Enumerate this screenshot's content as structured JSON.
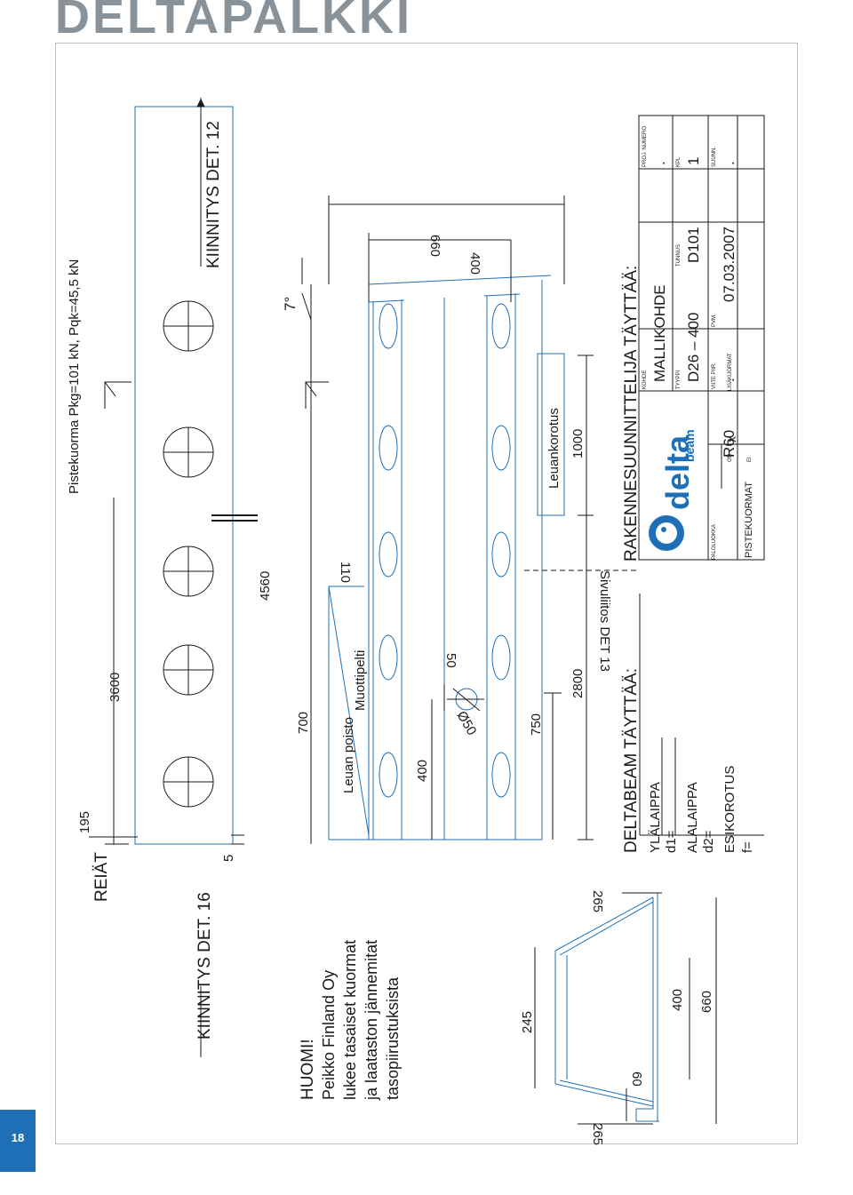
{
  "page": {
    "title": "DELTAPALKKI",
    "number": "18"
  },
  "labels": {
    "point_load": "Pistekuorma Pkg=101 kN, Pqk=45,5 kN",
    "fix_det12": "KIINNITYS DET. 12",
    "fix_det16": "KIINNITYS DET. 16",
    "holes": "REIÄT",
    "side_joint": "Sivuliitos DET 13",
    "jaw_removal": "Leuan poisto",
    "mould_plate": "Muottipelti",
    "jaw_raise": "Leuankorotus",
    "note_lines": [
      "HUOMI!",
      "Peikko Finland Oy",
      "lukee tasaiset kuormat",
      "ja laataston jännemitat",
      "tasopiirustuksista"
    ]
  },
  "dimensions": {
    "d195": "195",
    "d3600": "3600",
    "d4560": "4560",
    "d5": "5",
    "d700": "700",
    "d110": "110",
    "d400_side": "400",
    "d50": "50",
    "d_phi50": "Ø50",
    "d750": "750",
    "d2800": "2800",
    "d1000": "1000",
    "d660_top": "660",
    "d400_top": "400",
    "angle": "7°",
    "s245": "245",
    "s265_top": "265",
    "s265_bottom": "265",
    "s60": "60",
    "s400": "400",
    "s660": "660"
  },
  "deltabeam_form": {
    "heading": "DELTABEAM TÄYTTÄÄ:",
    "upper_flange": "YLÄLAIPPA",
    "d1": "d1=",
    "lower_flange": "ALALAIPPA",
    "d2": "d2=",
    "precamber": "ESIKOROTUS",
    "f": "f="
  },
  "designer_form": {
    "heading": "RAKENNESUUNNITTELIJA TÄYTTÄÄ:",
    "project_label": "KOHDE",
    "project_value": "MALLIKOHDE",
    "proj_number_label": "PROJ. NUMERO",
    "proj_number_value": ".",
    "type_label": "TYYPPI",
    "type_value": "D26 – 400",
    "id_label": "TUNNUS",
    "id_value": "D101",
    "qty_label": "KPL",
    "qty_value": "1",
    "fire_label": "PALOLUOKKA",
    "fire_value": "R60",
    "ref_label": "VIITE PIIR.",
    "ref_value": ".",
    "date_label": "PVM.",
    "date_value": "07.03.2007",
    "designer_label": "SUUNN.",
    "designer_value": ".",
    "point_loads_label": "PISTEKUORMAT",
    "yes_label": "ON",
    "no_label": "EI",
    "mark": "x",
    "extra_loads_label": "LISÄKUORMAT",
    "logo_delta": "delta",
    "logo_beam": "beam"
  },
  "colors": {
    "line": "#1f6fb6",
    "frame": "#bfc4c8",
    "title_gray": "#8a9299",
    "badge": "#1f6fb6"
  }
}
